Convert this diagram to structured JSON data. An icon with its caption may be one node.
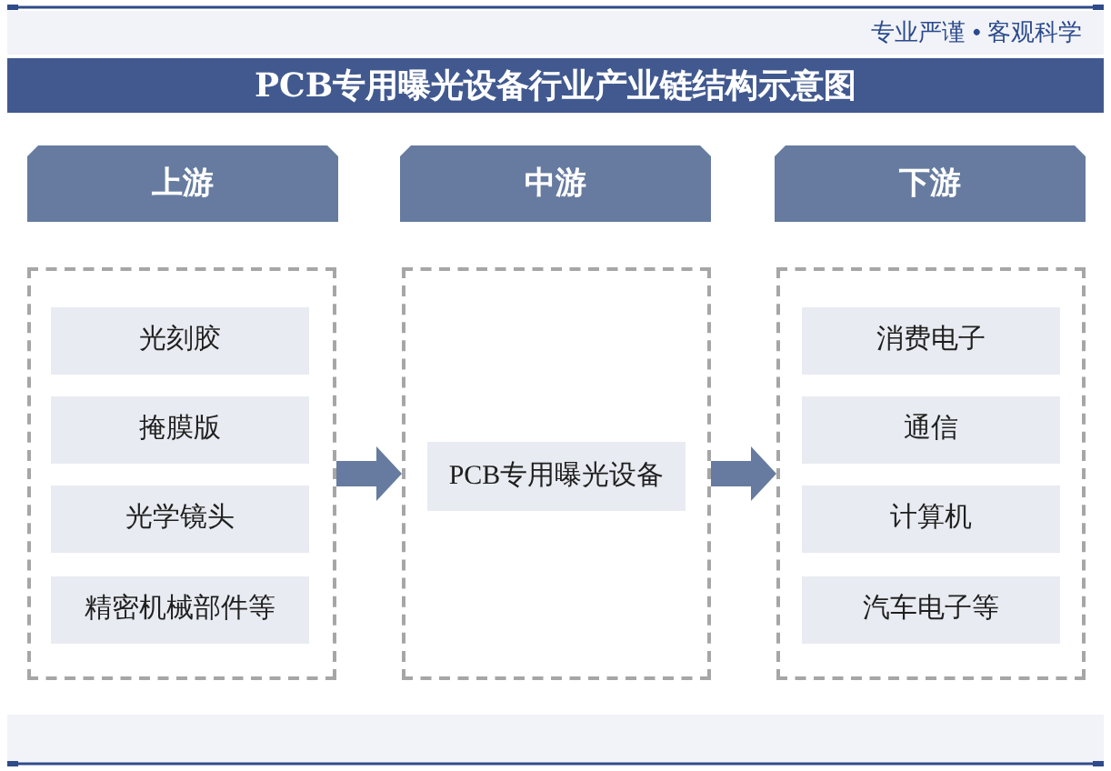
{
  "diagram": {
    "title": "PCB专用曝光设备行业产业链结构示意图",
    "nodes": [
      {
        "text": [
          "上游"
        ]
      },
      {
        "text": [],
        "shape": "box"
      },
      {
        "text": [
          "光刻胶"
        ],
        "in": 1
      },
      {
        "text": [
          "掩膜版"
        ],
        "in": 1
      },
      {
        "text": [
          "光学镜头"
        ],
        "in": 1
      },
      {
        "text": [
          "精密机械部件等"
        ],
        "in": 1
      },
      {
        "text": [
          "中游"
        ]
      },
      {
        "text": [],
        "shape": "box"
      },
      {
        "text": [
          "PCB专用曝光设备"
        ],
        "in": 7
      },
      {
        "text": [
          "下游"
        ]
      },
      {
        "text": [],
        "shape": "box"
      },
      {
        "text": [
          "消费电子"
        ],
        "in": 10
      },
      {
        "text": [
          "通信"
        ],
        "in": 10
      },
      {
        "text": [
          "计算机"
        ],
        "in": 10
      },
      {
        "text": [
          "汽车电子等"
        ],
        "in": 10
      }
    ],
    "edges": [
      {
        "from": 1,
        "to": 7,
        "arrow": "to"
      },
      {
        "from": 7,
        "to": 10,
        "arrow": "to"
      }
    ],
    "labels": [
      "专业严谨 • 客观科学"
    ]
  }
}
